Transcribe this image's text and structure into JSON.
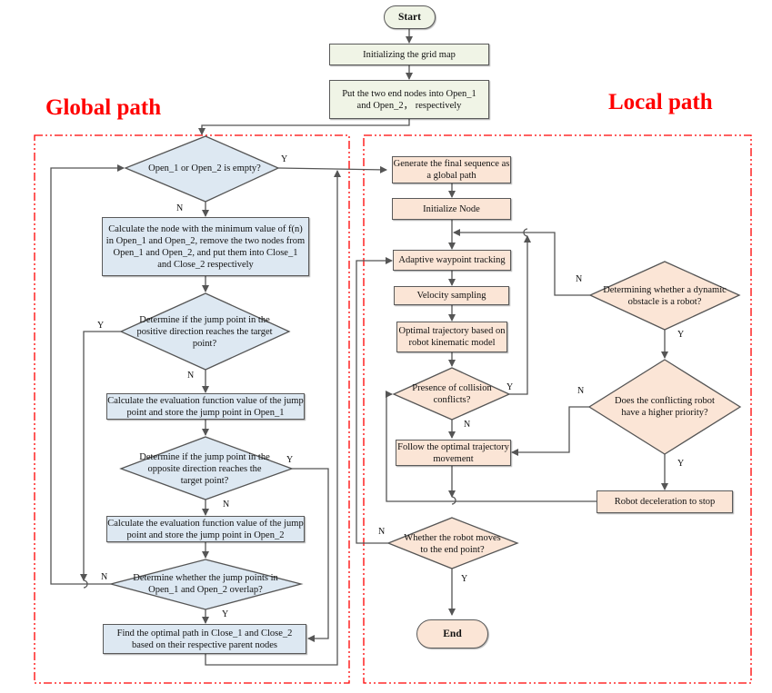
{
  "section_labels": {
    "global": "Global path",
    "local": "Local path"
  },
  "colors": {
    "section_label": "#ff0000",
    "dashed_border": "#ff0000",
    "global_fill": "#dde8f2",
    "local_fill": "#fbe5d6",
    "init_fill": "#f0f4e6",
    "line": "#555555"
  },
  "nodes": {
    "start": "Start",
    "init_grid": "Initializing the grid map",
    "put_end_nodes": "Put the two end nodes into Open_1 and Open_2，  respectively",
    "open_empty": "Open_1 or Open_2 is empty?",
    "calc_min": "Calculate the node with the minimum value of f(n) in Open_1 and Open_2, remove the two nodes from Open_1 and Open_2, and put them into Close_1 and Close_2 respectively",
    "jump_positive": "Determine if the jump point in the positive direction reaches the target point?",
    "eval_open1": "Calculate the evaluation function value of the jump point and store the jump point in Open_1",
    "jump_opposite": "Determine if the jump point in the opposite direction reaches the target point?",
    "eval_open2": "Calculate the evaluation function value of the jump point and store the jump point in Open_2",
    "overlap": "Determine whether the jump points in Open_1 and Open_2 overlap?",
    "find_optimal": "Find the optimal path in Close_1 and Close_2 based on their respective parent nodes",
    "generate_sequence": "Generate the final sequence as a global path",
    "initialize_node": "Initialize Node",
    "waypoint_tracking": "Adaptive waypoint tracking",
    "velocity_sampling": "Velocity sampling",
    "optimal_trajectory": "Optimal trajectory based on robot kinematic model",
    "collision": "Presence of collision conflicts?",
    "follow_trajectory": "Follow the optimal trajectory movement",
    "dynamic_obstacle": "Determining whether a dynamic obstacle is a robot?",
    "higher_priority": "Does the conflicting robot have a higher priority?",
    "decelerate": "Robot deceleration to stop",
    "end_point": "Whether the robot moves to the end point?",
    "end": "End"
  },
  "branch_labels": {
    "yes": "Y",
    "no": "N"
  }
}
